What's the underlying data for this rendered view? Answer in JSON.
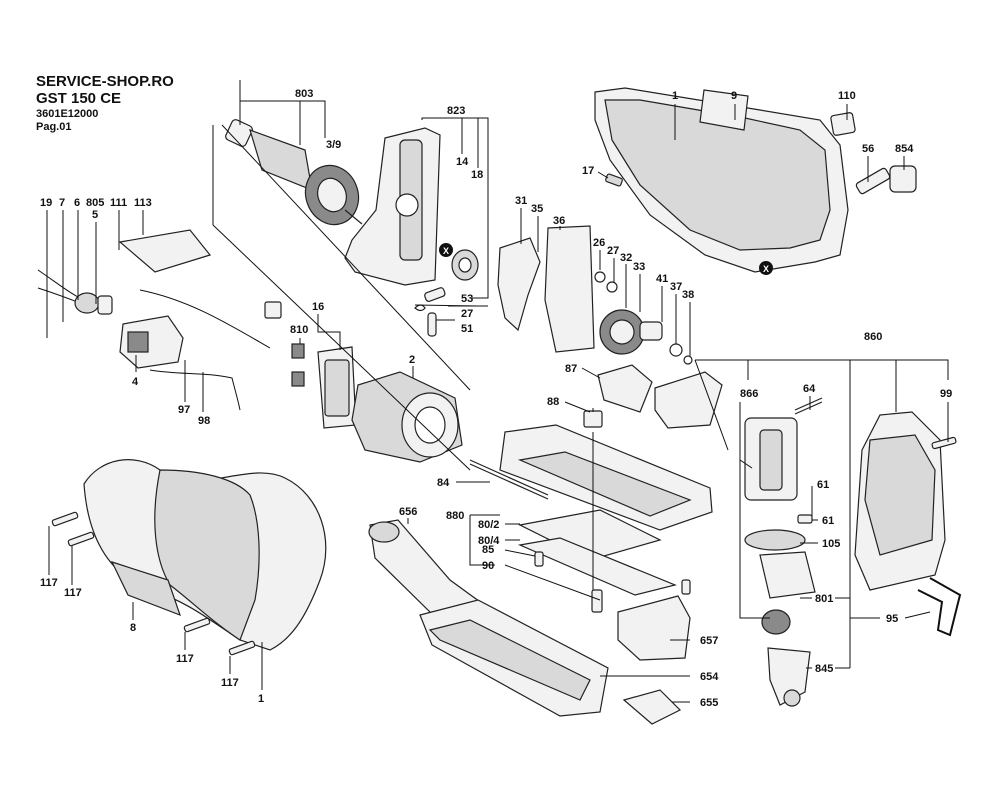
{
  "header": {
    "shop": "SERVICE-SHOP.RO",
    "model": "GST 150 CE",
    "article": "3601E12000",
    "page": "Pag.01"
  },
  "labels": {
    "l_803": "803",
    "l_3_9": "3/9",
    "l_823": "823",
    "l_14": "14",
    "l_18": "18",
    "l_53": "53",
    "l_27a": "27",
    "l_51": "51",
    "l_1_top": "1",
    "l_9": "9",
    "l_110": "110",
    "l_17": "17",
    "l_56": "56",
    "l_854": "854",
    "l_19": "19",
    "l_7": "7",
    "l_6": "6",
    "l_805": "805",
    "l_5": "5",
    "l_111": "111",
    "l_113": "113",
    "l_4": "4",
    "l_97": "97",
    "l_98": "98",
    "l_16": "16",
    "l_810": "810",
    "l_2": "2",
    "l_31": "31",
    "l_35": "35",
    "l_36": "36",
    "l_26": "26",
    "l_27b": "27",
    "l_32": "32",
    "l_33": "33",
    "l_41": "41",
    "l_37": "37",
    "l_38": "38",
    "l_87": "87",
    "l_88": "88",
    "l_860": "860",
    "l_866": "866",
    "l_64": "64",
    "l_99": "99",
    "l_61a": "61",
    "l_61b": "61",
    "l_105": "105",
    "l_801": "801",
    "l_95": "95",
    "l_845": "845",
    "l_84": "84",
    "l_880": "880",
    "l_80_2": "80/2",
    "l_80_4": "80/4",
    "l_85": "85",
    "l_90": "90",
    "l_656": "656",
    "l_657": "657",
    "l_654": "654",
    "l_655": "655",
    "l_117a": "117",
    "l_117b": "117",
    "l_8": "8",
    "l_117c": "117",
    "l_117d": "117",
    "l_1_bottom": "1",
    "x_a": "X",
    "x_b": "X"
  }
}
